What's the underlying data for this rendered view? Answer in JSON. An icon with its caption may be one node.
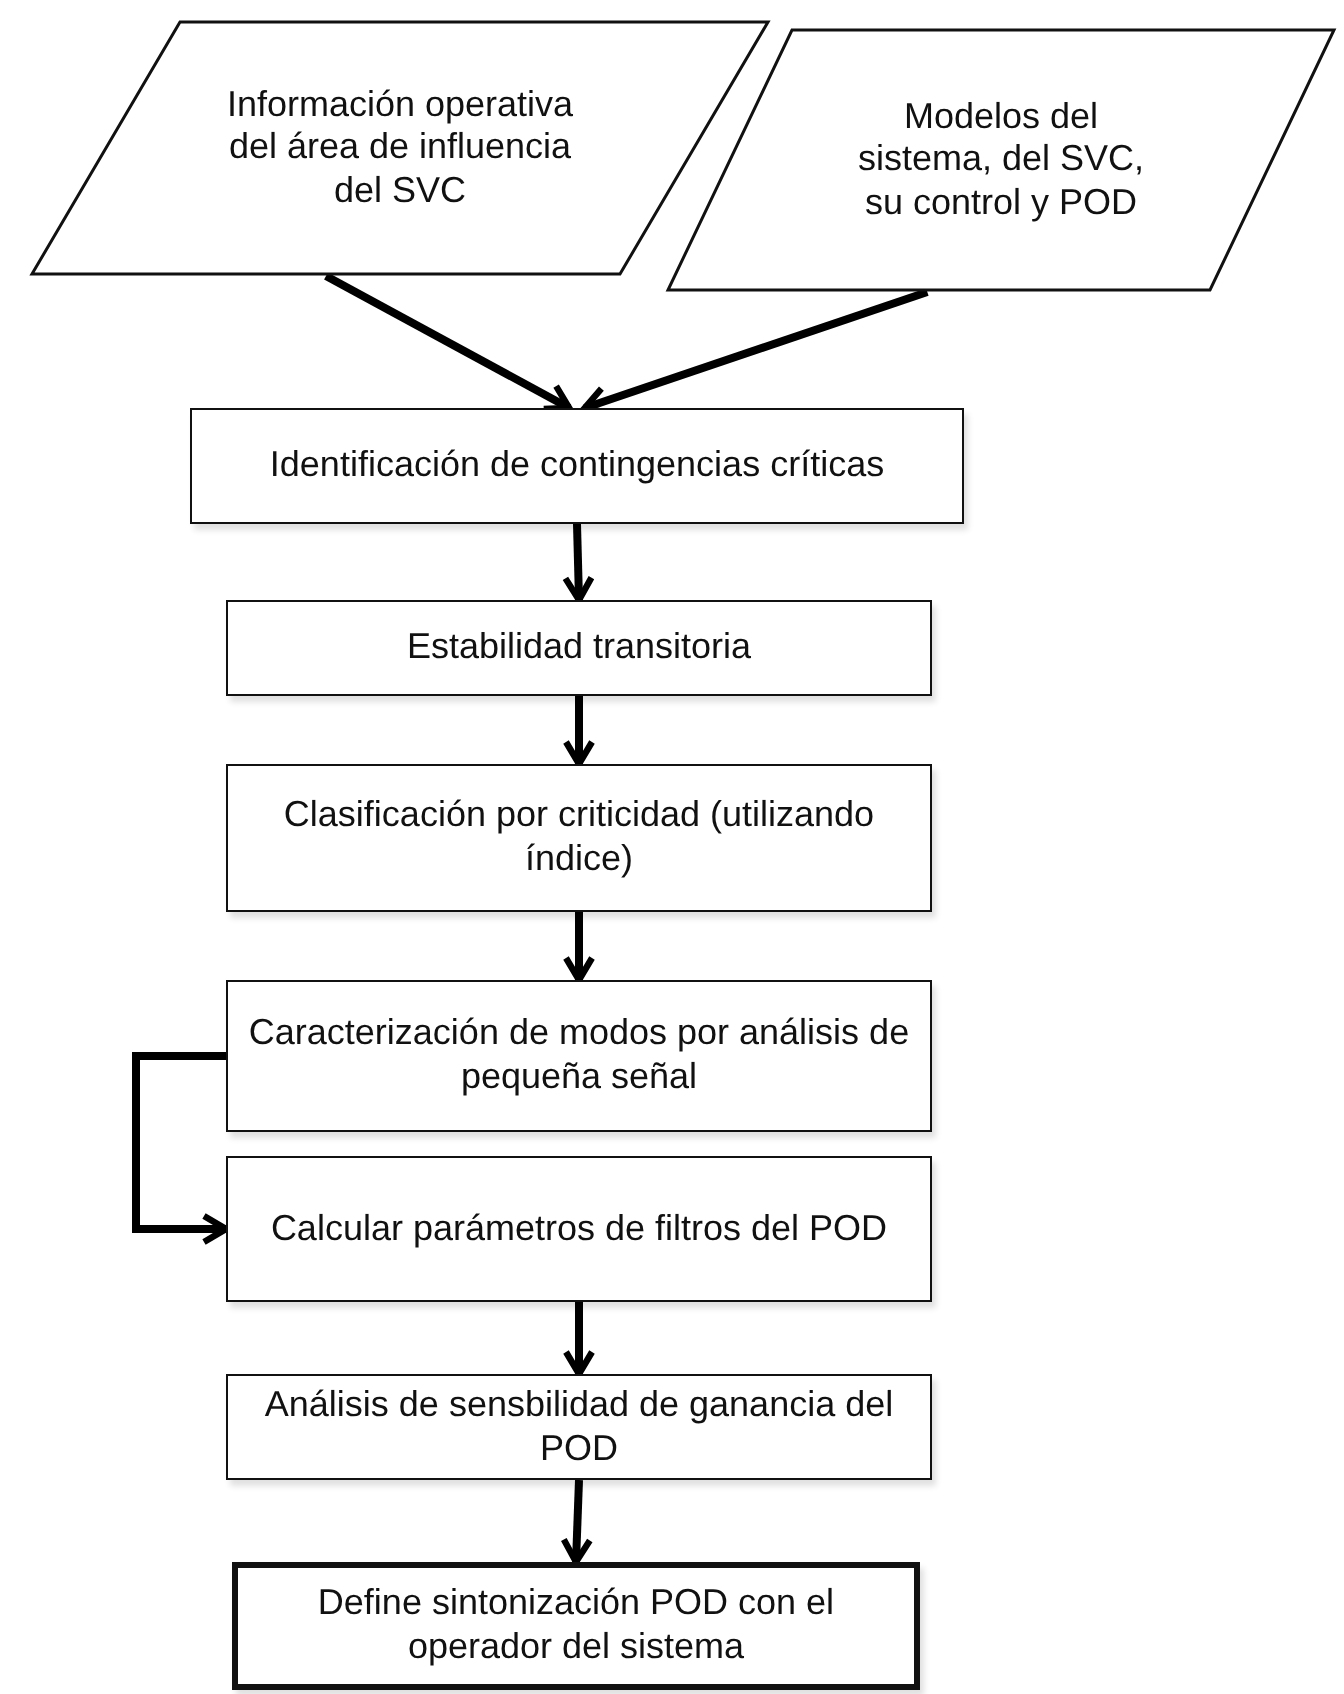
{
  "diagram": {
    "nodes": [
      {
        "text": [
          "Información operativa del área de influencia del SVC"
        ]
      },
      {
        "text": [
          "Modelos del sistema, del SVC, su control y POD"
        ]
      },
      {
        "text": [
          "Identificación de contingencias críticas"
        ]
      },
      {
        "text": [
          "Estabilidad transitoria"
        ]
      },
      {
        "text": [
          "Clasificación por criticidad (utilizando índice)"
        ]
      },
      {
        "text": [
          "Caracterización de modos por análisis de pequeña señal"
        ]
      },
      {
        "text": [
          "Calcular parámetros de filtros del POD"
        ]
      },
      {
        "text": [
          "Análisis de sensbilidad de ganancia del POD"
        ]
      },
      {
        "text": [
          "Define sintonización POD con el operador del sistema"
        ]
      }
    ],
    "edges": [
      {
        "from": 0,
        "to": 2,
        "arrow": "to"
      },
      {
        "from": 1,
        "to": 2,
        "arrow": "to"
      },
      {
        "from": 2,
        "to": 3,
        "arrow": "to"
      },
      {
        "from": 3,
        "to": 4,
        "arrow": "to"
      },
      {
        "from": 4,
        "to": 5,
        "arrow": "to"
      },
      {
        "from": 5,
        "to": 6,
        "arrow": "to"
      },
      {
        "from": 6,
        "to": 7,
        "arrow": "to"
      },
      {
        "from": 7,
        "to": 8,
        "arrow": "to"
      }
    ]
  }
}
